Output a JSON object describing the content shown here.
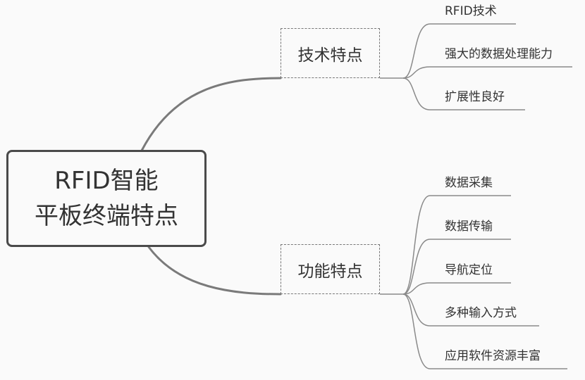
{
  "root": {
    "line1": "RFID智能",
    "line2": "平板终端特点"
  },
  "branches": [
    {
      "label": "技术特点",
      "leaves": [
        "RFID技术",
        "强大的数据处理能力",
        "扩展性良好"
      ]
    },
    {
      "label": "功能特点",
      "leaves": [
        "数据采集",
        "数据传输",
        "导航定位",
        "多种输入方式",
        "应用软件资源丰富"
      ]
    }
  ]
}
